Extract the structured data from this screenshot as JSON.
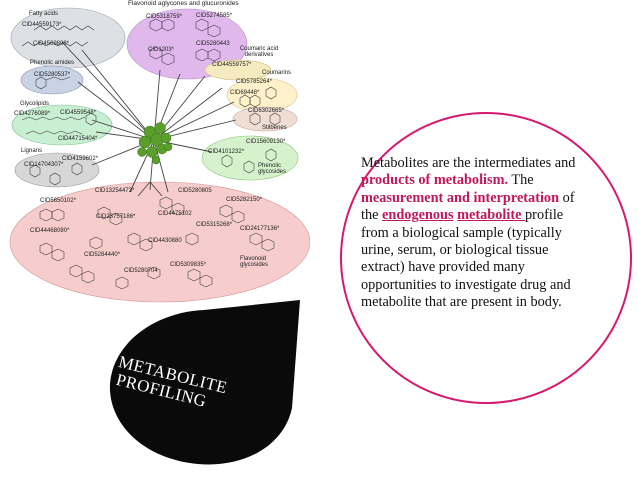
{
  "figure": {
    "title": "Flavonoid aglycones and glucuronides",
    "groups": {
      "fatty_acids": {
        "name": "Fatty acids",
        "ids": [
          "CID44559173*",
          "CID4569808*"
        ]
      },
      "phenolic_amides": {
        "name": "Phenolic amides",
        "ids": [
          "CID5280537*"
        ]
      },
      "glycolipids": {
        "name": "Glycolipids",
        "ids": [
          "CID4276089*",
          "CID4559548*",
          "CID44715404*"
        ]
      },
      "lignans": {
        "name": "Lignans",
        "ids": [
          "CID4159602*",
          "CID14704307*"
        ]
      },
      "flavonoid_aglycones": {
        "ids": [
          "CID5318759*",
          "CID5274585*",
          "CID1203*",
          "CID5280443"
        ]
      },
      "coumaric_acid": {
        "name": "Coumaric acid derivatives",
        "ids": [
          "CID44559757*"
        ]
      },
      "coumarins": {
        "name": "Coumarins",
        "ids": [
          "CID5785264*",
          "CID69448*"
        ]
      },
      "stilbenes": {
        "name": "Stilbenes",
        "ids": [
          "CID6302665*"
        ]
      },
      "phenolic_glycosides": {
        "name": "Phenolic glycosides",
        "ids": [
          "CID15609130*",
          "CID4101232*"
        ]
      },
      "flavonoid_glycosides": {
        "name": "Flavonoid glycosides",
        "ids": [
          "CID13254473*",
          "CID5280805",
          "CID5650102*",
          "CID5282150*",
          "CID23757186*",
          "CID4475102",
          "CID44468080*",
          "CID5315268*",
          "CID24177136*",
          "CID4430880",
          "CID5284440*",
          "CID5280704",
          "CID5309835*"
        ]
      }
    }
  },
  "description": {
    "p1": "Metabolites are the intermediates",
    "p2": "and ",
    "p3": "products of metabolism.",
    "p4": "The ",
    "p5": "measurement and",
    "p6": "interpretation",
    "p7": " of the ",
    "p8": "endogenous",
    "p9": "metabolite ",
    "p10": " profile from a biological sample (typically urine, serum, or biological tissue extract) have provided many opportunities to investigate drug and metabolite that are present in body."
  },
  "badge": {
    "line1": "METABOLITE",
    "line2": "PROFILING"
  },
  "colors": {
    "accent": "#d6196e",
    "emphasis": "#c2185b",
    "badge": "#0a0a0a"
  }
}
